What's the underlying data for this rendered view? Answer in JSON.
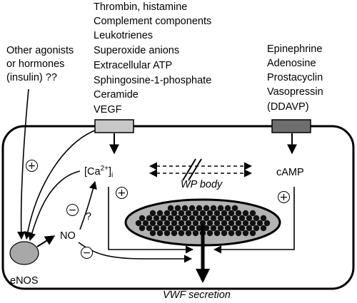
{
  "left_agonists": [
    "Other agonists",
    "or hormones",
    "(insulin) ??"
  ],
  "top_agonists": [
    "Thrombin, histamine",
    "Complement components",
    "Leukotrienes",
    "Superoxide anions",
    "Extracellular ATP",
    "Sphingosine-1-phosphate",
    "Ceramide",
    "VEGF"
  ],
  "right_agonists": [
    "Epinephrine",
    "Adenosine",
    "Prostacyclin",
    "Vasopressin",
    "(DDAVP)"
  ],
  "calcium": {
    "base": "[Ca",
    "sup": "2+",
    "close": "]",
    "sub": "i"
  },
  "camp": "cAMP",
  "wp_body": "WP body",
  "no": "NO",
  "question": "?",
  "enos": "eNOS",
  "output": "VWF secretion",
  "signs": {
    "plus": "+",
    "minus": "−"
  },
  "colors": {
    "cell_stroke": "#000000",
    "receptor_left": "#c8c8c8",
    "receptor_right": "#6e6e6e",
    "wp_fill": "#b3b3b3",
    "granule": "#111111",
    "enos_fill": "#a8a8a8"
  }
}
